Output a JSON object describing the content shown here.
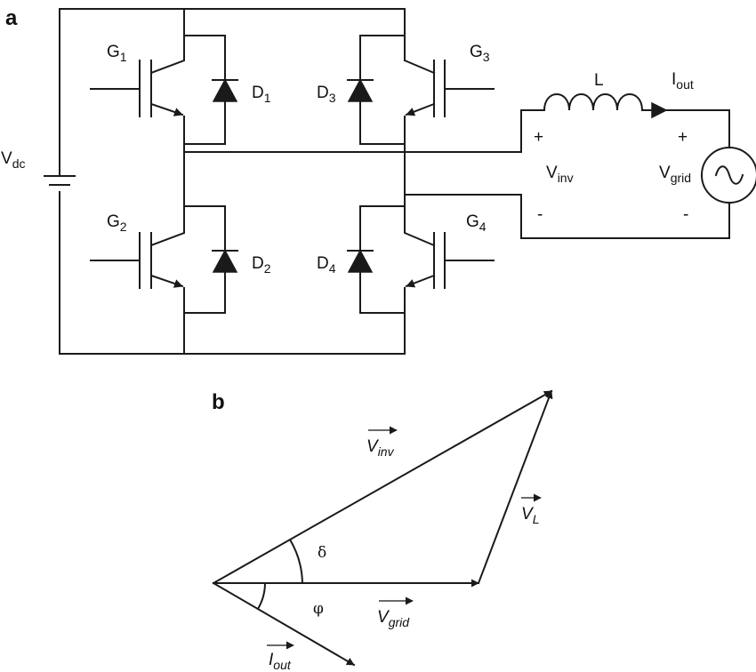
{
  "panels": {
    "a": "a",
    "b": "b"
  },
  "circuit": {
    "source": {
      "main": "V",
      "sub": "dc"
    },
    "switches": [
      {
        "gate": "G",
        "sub": "1",
        "diode": "D",
        "dsub": "1"
      },
      {
        "gate": "G",
        "sub": "2",
        "diode": "D",
        "dsub": "2"
      },
      {
        "gate": "G",
        "sub": "3",
        "diode": "D",
        "dsub": "3"
      },
      {
        "gate": "G",
        "sub": "4",
        "diode": "D",
        "dsub": "4"
      }
    ],
    "inductor": "L",
    "current": {
      "main": "I",
      "sub": "out"
    },
    "vinv": {
      "main": "V",
      "sub": "inv"
    },
    "vgrid": {
      "main": "V",
      "sub": "grid"
    },
    "plus": "+",
    "minus": "-"
  },
  "phasor": {
    "vinv": {
      "main": "V",
      "sub": "inv"
    },
    "vl": {
      "main": "V",
      "sub": "L"
    },
    "vgrid": {
      "main": "V",
      "sub": "grid"
    },
    "iout": {
      "main": "I",
      "sub": "out"
    },
    "delta": "δ",
    "phi": "φ"
  }
}
